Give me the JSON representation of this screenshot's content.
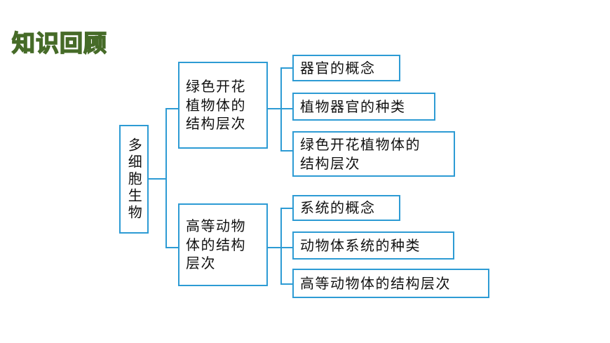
{
  "slide": {
    "title": "知识回顾",
    "background_color": "#ffffff",
    "accent_color": "#2d9bd4",
    "title_fill_color": "#9cbf72",
    "title_outline_color": "#466b28"
  },
  "diagram": {
    "root": {
      "label": "多细胞生物",
      "orientation": "vertical"
    },
    "branches": [
      {
        "label": "绿色开花\n植物体的\n结构层次",
        "children": [
          {
            "label": "器官的概念"
          },
          {
            "label": "植物器官的种类"
          },
          {
            "label": "绿色开花植物体的\n结构层次"
          }
        ]
      },
      {
        "label": "高等动物\n体的结构\n层次",
        "children": [
          {
            "label": "系统的概念"
          },
          {
            "label": "动物体系统的种类"
          },
          {
            "label": "高等动物体的结构层次"
          }
        ]
      }
    ]
  }
}
